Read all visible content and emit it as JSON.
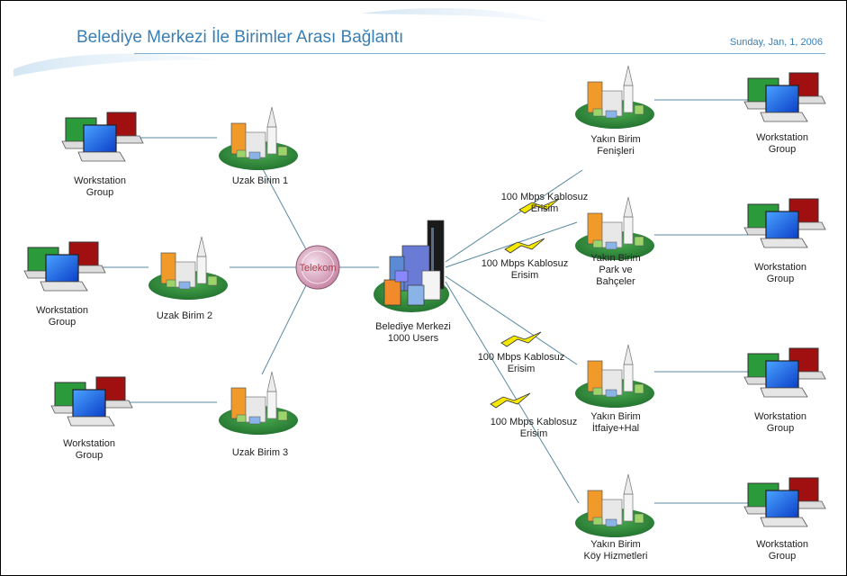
{
  "header": {
    "title": "Belediye Merkezi İle Birimler Arası Bağlantı",
    "date": "Sunday, Jan, 1, 2006"
  },
  "center": {
    "hub_label": "Telekom",
    "name": "Belediye Merkezi",
    "users": "1000 Users"
  },
  "remote_sites": [
    {
      "label": "Uzak Birim 1"
    },
    {
      "label": "Uzak Birim 2"
    },
    {
      "label": "Uzak Birim 3"
    }
  ],
  "near_sites": [
    {
      "line1": "Yakın Birim",
      "line2": "Fenişleri",
      "line3": ""
    },
    {
      "line1": "Yakın Birim",
      "line2": "Park ve",
      "line3": "Bahçeler"
    },
    {
      "line1": "Yakın Birim",
      "line2": "İtfaiye+Hal",
      "line3": ""
    },
    {
      "line1": "Yakın Birim",
      "line2": "Köy Hizmetleri",
      "line3": ""
    }
  ],
  "workstations": {
    "line1": "Workstation",
    "line2": "Group"
  },
  "links": [
    {
      "line1": "100 Mbps Kablosuz",
      "line2": "Erisim"
    },
    {
      "line1": "100 Mbps Kablosuz",
      "line2": "Erisim"
    },
    {
      "line1": "100 Mbps Kablosuz",
      "line2": "Erisim"
    },
    {
      "line1": "100 Mbps Kablosuz",
      "line2": "Erisim"
    }
  ],
  "colors": {
    "title": "#3a7fb4",
    "swoosh": "#cfe3f2",
    "line": "#5a8aa0",
    "lightning": "#f5e800",
    "hub": "#d9a8c0",
    "site_base": "#2e8b3e"
  }
}
